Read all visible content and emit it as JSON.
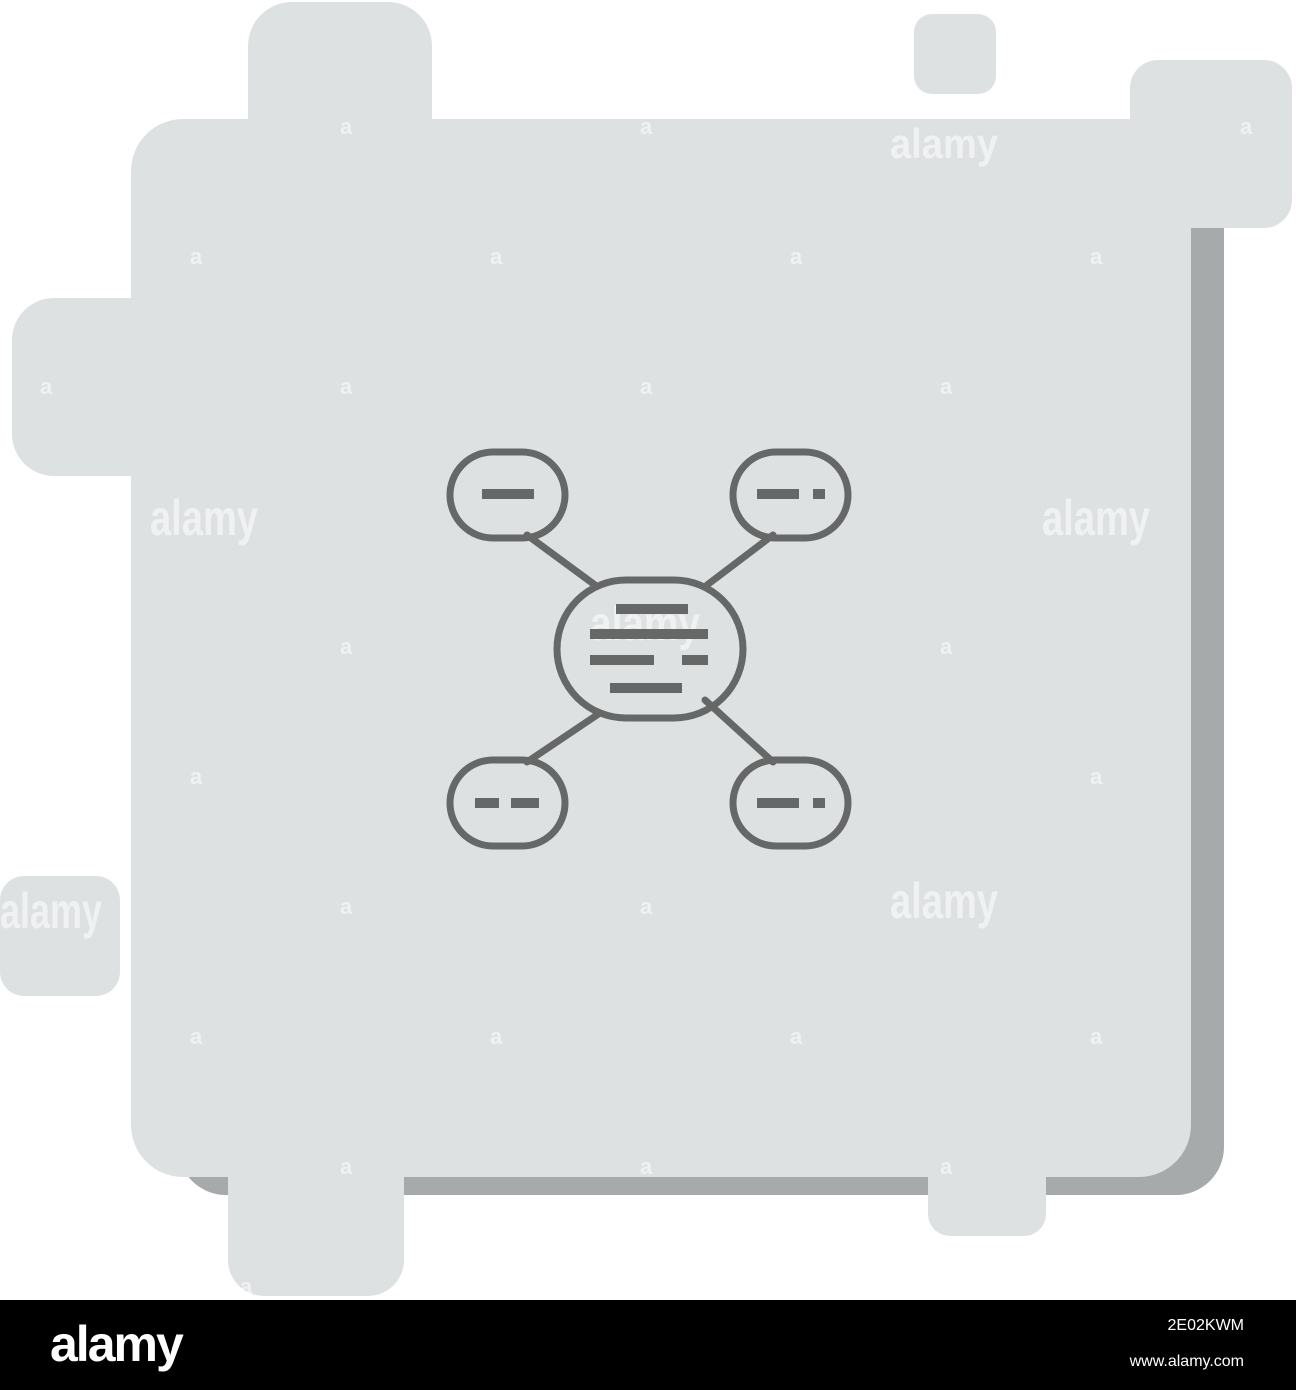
{
  "icon": {
    "name": "mind-map-icon",
    "central_node": "oval with text lines",
    "branch_nodes": 4
  },
  "colors": {
    "background_panel": "#dee1e2",
    "shadow": "#a7aaab",
    "icon_stroke": "#666868",
    "footer": "#000000"
  },
  "watermark": {
    "text": "alamy",
    "marks": [
      "a",
      "a",
      "a",
      "a",
      "a",
      "a",
      "a",
      "a",
      "a",
      "a"
    ]
  },
  "footer": {
    "logo": "alamy",
    "image_id": "2E02KWM",
    "url": "www.alamy.com"
  }
}
